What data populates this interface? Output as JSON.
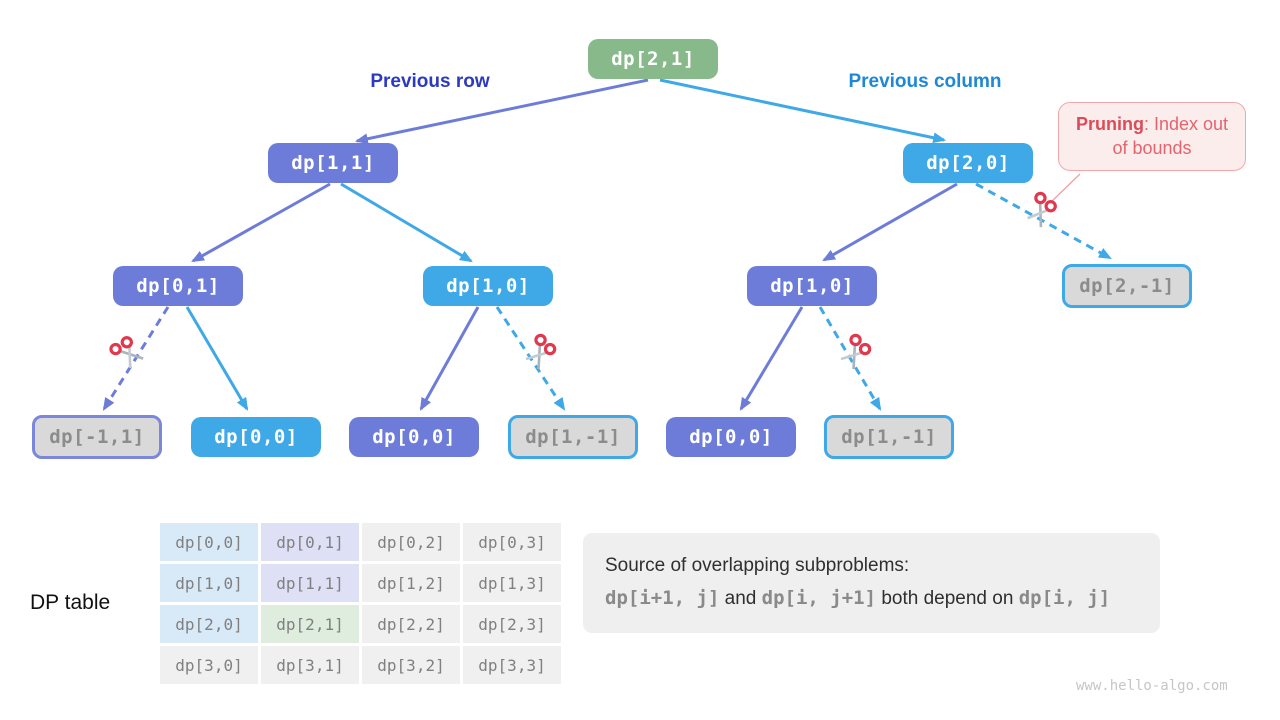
{
  "watermark": "www.hello-algo.com",
  "colors": {
    "root_green": "#87B98A",
    "prev_row_purple": "#6D7CD9",
    "prev_col_blue": "#3FA8E6",
    "pruned_gray": "#D9D9D9",
    "label_row_blue": "#2B3AC0",
    "label_col_blue": "#1E88D4",
    "pruning_red": "#DC4B57",
    "callout_bg": "#FCEDED",
    "table_blue": "#D8EAF8",
    "table_lavender": "#DEE0F6",
    "table_green": "#DFEDDF",
    "table_gray": "#F0F0F0"
  },
  "labels": {
    "previous_row": "Previous row",
    "previous_column": "Previous column",
    "dp_table": "DP table"
  },
  "callout": {
    "bold": "Pruning",
    "rest": ": Index out of bounds"
  },
  "tree": {
    "nodes": [
      {
        "label": "dp[2,1]"
      },
      {
        "label": "dp[1,1]"
      },
      {
        "label": "dp[2,0]"
      },
      {
        "label": "dp[0,1]"
      },
      {
        "label": "dp[1,0]"
      },
      {
        "label": "dp[1,0]"
      },
      {
        "label": "dp[2,-1]"
      },
      {
        "label": "dp[-1,1]"
      },
      {
        "label": "dp[0,0]"
      },
      {
        "label": "dp[0,0]"
      },
      {
        "label": "dp[1,-1]"
      },
      {
        "label": "dp[0,0]"
      },
      {
        "label": "dp[1,-1]"
      }
    ]
  },
  "info_box": {
    "line1": "Source of overlapping subproblems:",
    "code1": "dp[i+1, j]",
    "text1": "  and ",
    "code2": "dp[i, j+1]",
    "text2": " both depend on ",
    "code3": "dp[i, j]"
  },
  "dp_table": {
    "rows": [
      [
        "dp[0,0]",
        "dp[0,1]",
        "dp[0,2]",
        "dp[0,3]"
      ],
      [
        "dp[1,0]",
        "dp[1,1]",
        "dp[1,2]",
        "dp[1,3]"
      ],
      [
        "dp[2,0]",
        "dp[2,1]",
        "dp[2,2]",
        "dp[2,3]"
      ],
      [
        "dp[3,0]",
        "dp[3,1]",
        "dp[3,2]",
        "dp[3,3]"
      ]
    ]
  }
}
